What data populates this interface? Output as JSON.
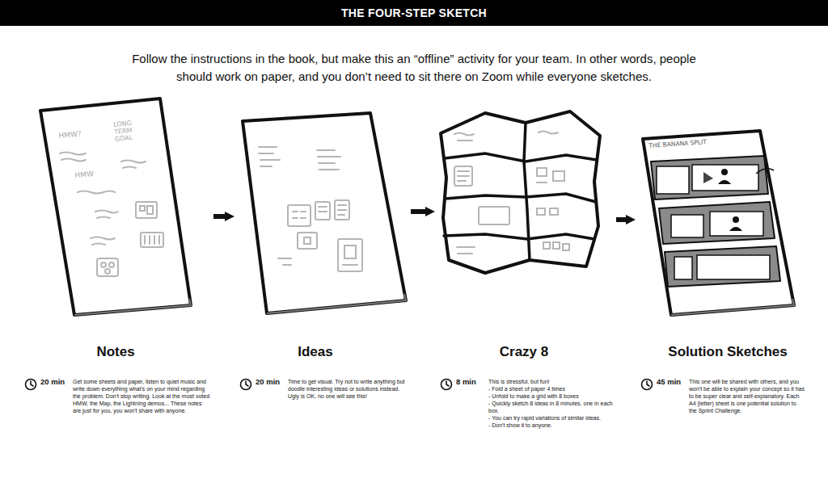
{
  "diagram": {
    "title": "THE FOUR-STEP SKETCH",
    "nodes": [
      {
        "text": [
          "Notes",
          "20 min",
          "Get some sheets and paper, listen to quiet music and write down everything what's on your mind regarding the problem. Don't stop writing. Look at the most voted HMW, the Map, the Lightning demos... These notes are just for you, you won't share with anyone."
        ]
      },
      {
        "text": [
          "Ideas",
          "20 min",
          "Time to get visual. Try not to write anything but doodle interesting ideas or solutions instead. Ugly is OK, no one will see this!"
        ]
      },
      {
        "text": [
          "Crazy 8",
          "8 min",
          "This is stressful, but fun!",
          "- Fold a sheet of paper 4 times",
          "- Unfold to make a grid with 8 boxes",
          "- Quickly sketch 8 ideas in 8 minutes, one in each box.",
          "- You can try rapid variations of similar ideas.",
          "- Don't show it to anyone."
        ]
      },
      {
        "text": [
          "Solution Sketches",
          "45 min",
          "This one will be shared with others, and you won't be able to explain your concept so it has to be super clear and self-explanatory. Each A4 (letter) sheet is one potential solution to the Sprint Challenge."
        ]
      }
    ],
    "edges": [
      {
        "from": 0,
        "to": 1,
        "arrow": "to"
      },
      {
        "from": 1,
        "to": 2,
        "arrow": "to"
      },
      {
        "from": 2,
        "to": 3,
        "arrow": "to"
      }
    ],
    "labels": [
      "Follow the instructions in the book, but make this an “offline” activity for your team. In other words, people should work on paper, and you don’t need to sit there on Zoom while everyone sketches.",
      "HMW?",
      "LONG TERM GOAL",
      "HMW",
      "THE BANANA SPLIT"
    ]
  }
}
